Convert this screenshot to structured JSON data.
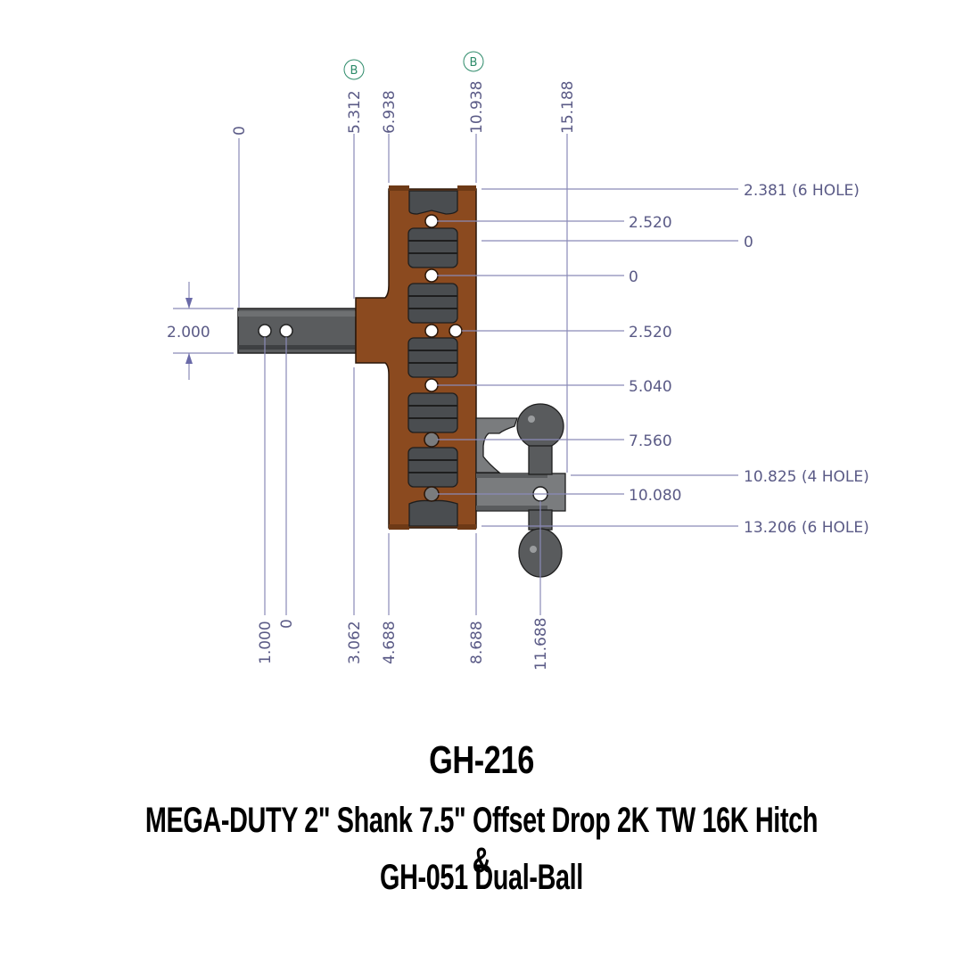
{
  "drawing": {
    "datum_label": "B",
    "top_dimensions": [
      "0",
      "5.312",
      "6.938",
      "10.938",
      "15.188"
    ],
    "bottom_dimensions": [
      "1.000",
      "0",
      "3.062",
      "4.688",
      "8.688",
      "11.688"
    ],
    "right_dimensions": [
      "2.381 (6 HOLE)",
      "2.520",
      "0",
      "0",
      "2.520",
      "5.040",
      "7.560",
      "10.825 (4 HOLE)",
      "10.080",
      "13.206 (6 HOLE)"
    ],
    "shank_height": "2.000",
    "colors": {
      "mount_body": "#8b4a1f",
      "shank": "#5a5c5e",
      "dimension_line": "#8a8ab8",
      "dimension_text": "#5a5a86",
      "datum": "#2e8b6a"
    }
  },
  "caption": {
    "model": "GH-216",
    "line1": "MEGA-DUTY 2\" Shank 7.5\" Offset Drop 2K TW 16K Hitch &",
    "line2": "GH-051 Dual-Ball"
  }
}
